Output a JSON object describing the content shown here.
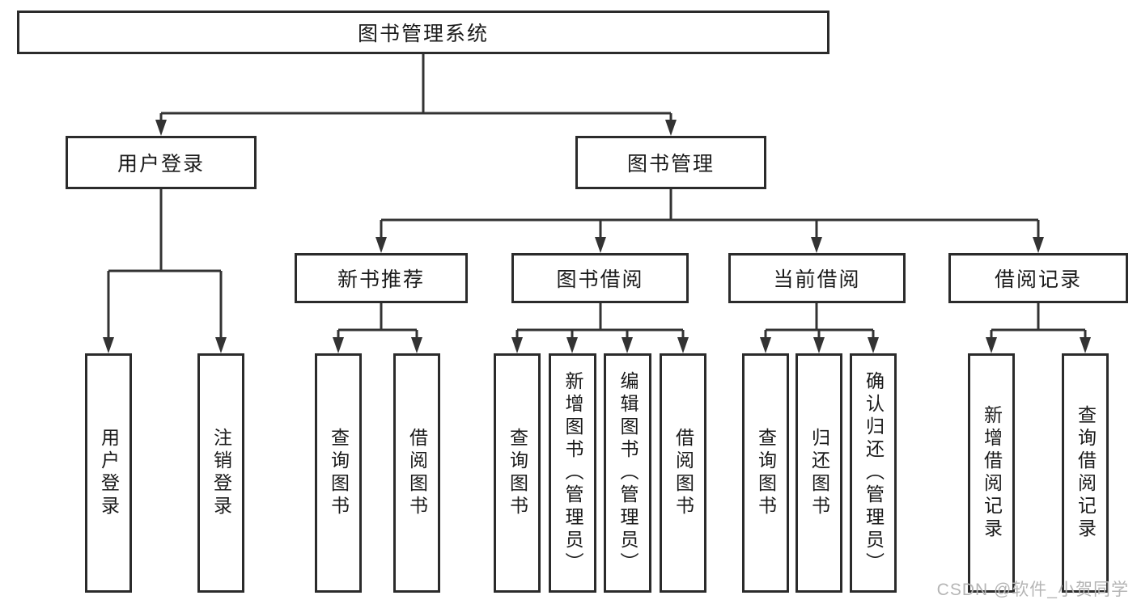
{
  "diagram": {
    "root": {
      "label": "图书管理系统"
    },
    "level2": [
      {
        "label": "用户登录"
      },
      {
        "label": "图书管理"
      }
    ],
    "level3": [
      {
        "label": "新书推荐"
      },
      {
        "label": "图书借阅"
      },
      {
        "label": "当前借阅"
      },
      {
        "label": "借阅记录"
      }
    ],
    "leaves": {
      "user_login": [
        {
          "label": "用户登录"
        },
        {
          "label": "注销登录"
        }
      ],
      "new_book": [
        {
          "label": "查询图书"
        },
        {
          "label": "借阅图书"
        }
      ],
      "book_borrow": [
        {
          "label": "查询图书"
        },
        {
          "label": "新增图书（管理员）"
        },
        {
          "label": "编辑图书（管理员）"
        },
        {
          "label": "借阅图书"
        }
      ],
      "current_borrow": [
        {
          "label": "查询图书"
        },
        {
          "label": "归还图书"
        },
        {
          "label": "确认归还（管理员）"
        }
      ],
      "records": [
        {
          "label": "新增借阅记录"
        },
        {
          "label": "查询借阅记录"
        }
      ]
    }
  },
  "watermark": {
    "text": "CSDN @软件_小贺同学"
  },
  "colors": {
    "line": "#333333",
    "box_border": "#2b2b2b",
    "text": "#1a1a1a",
    "watermark": "#b5b5b5",
    "background": "#ffffff"
  }
}
